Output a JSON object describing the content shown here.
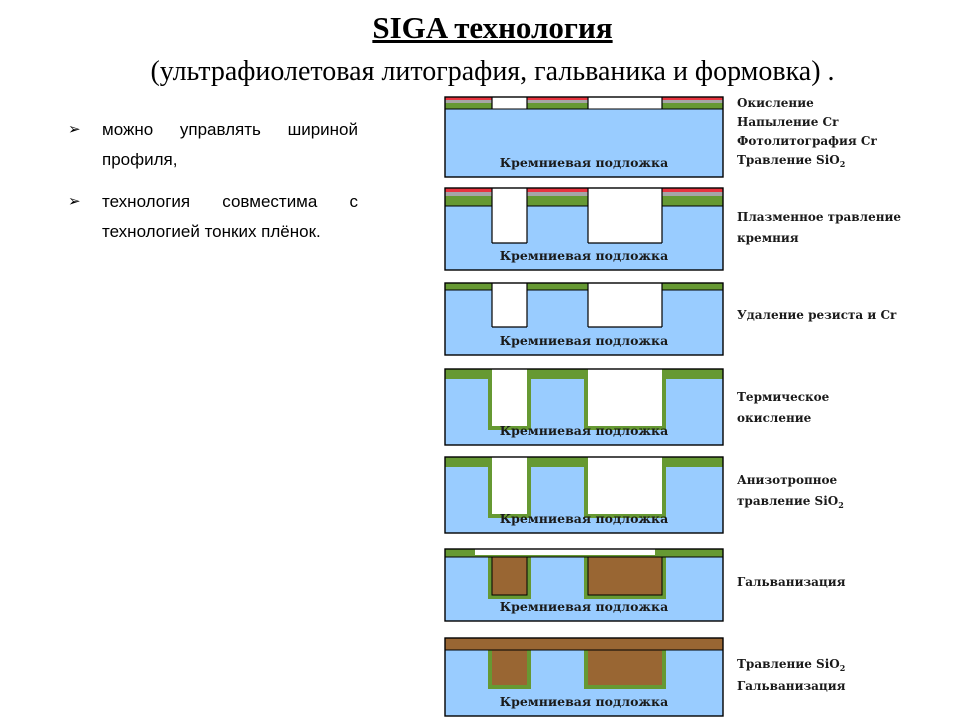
{
  "title": "SIGA технология",
  "subtitle": "(ультрафиолетовая литография, гальваника и формовка) .",
  "bullets": [
    {
      "marker": "➢",
      "text": "можно управлять шириной профиля,"
    },
    {
      "marker": "➢",
      "text": "технология совместима с технологией тонких плёнок."
    }
  ],
  "substrate_label": "Кремниевая подложка",
  "colors": {
    "silicon": "#99ccff",
    "oxide": "#669933",
    "chromium": "#a6a6a6",
    "resist": "#e8353f",
    "metal": "#996633",
    "outline": "#000000"
  },
  "steps": [
    {
      "lines": [
        {
          "text": "Окисление"
        },
        {
          "text": "Напыление Cr"
        },
        {
          "text": "Фотолитография Cr"
        },
        {
          "text": "Травление SiO",
          "sub": "2"
        }
      ]
    },
    {
      "lines": [
        {
          "text": "Плазменное травление"
        },
        {
          "text": " кремния"
        }
      ]
    },
    {
      "lines": [
        {
          "text": "Удаление резиста и Cr"
        }
      ]
    },
    {
      "lines": [
        {
          "text": "Термическое"
        },
        {
          "text": "окисление"
        }
      ]
    },
    {
      "lines": [
        {
          "text": "Анизотропное"
        },
        {
          "text": " травление SiO",
          "sub": "2"
        }
      ]
    },
    {
      "lines": [
        {
          "text": "Гальванизация"
        }
      ]
    },
    {
      "lines": [
        {
          "text": "Травление SiO",
          "sub": "2"
        },
        {
          "text": "Гальванизация"
        }
      ]
    }
  ]
}
